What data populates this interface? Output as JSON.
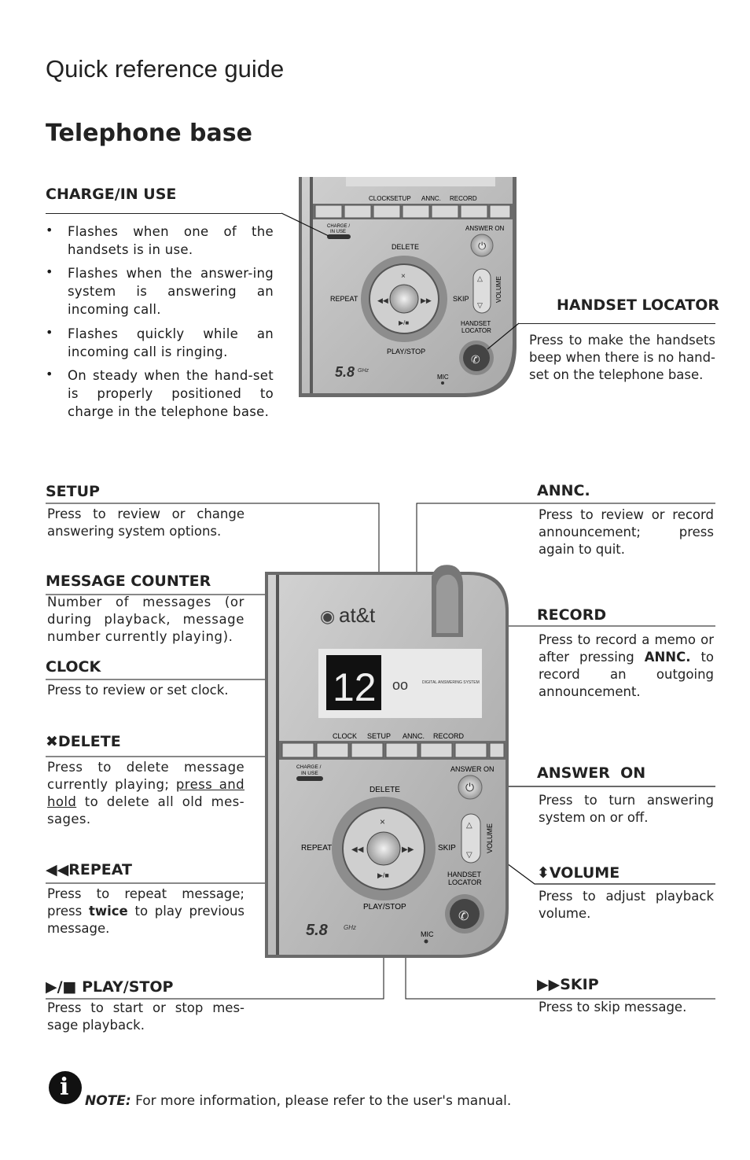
{
  "header": {
    "title": "Quick reference guide",
    "subtitle": "Telephone base"
  },
  "charge_in_use": {
    "label": "CHARGE/IN USE",
    "bullets": [
      "Flashes when one of the handsets is in use.",
      "Flashes when the answer-ing system is answering an incoming call.",
      "Flashes quickly while an incoming call is ringing.",
      "On steady when the hand-set is properly positioned to charge in the telephone base."
    ]
  },
  "handset_locator": {
    "label": "HANDSET LOCATOR",
    "text": "Press to make the handsets beep when there is no hand-set on the telephone base."
  },
  "device": {
    "buttons": [
      "CLOCK",
      "SETUP",
      "ANNC.",
      "RECORD"
    ],
    "charge_label": "CHARGE / IN USE",
    "answer_on": "ANSWER ON",
    "delete": "DELETE",
    "repeat": "REPEAT",
    "skip": "SKIP",
    "volume": "VOLUME",
    "play_stop": "PLAY/STOP",
    "handset_locator": "HANDSET LOCATOR",
    "freq": "5.8",
    "freq_unit": "GHz",
    "mic": "MIC",
    "brand": "at&t",
    "counter": "12",
    "das": "DIGITAL ANSWERING SYSTEM"
  },
  "setup": {
    "label": "SETUP",
    "text": "Press to review or change answering system options."
  },
  "message_counter": {
    "label": "MESSAGE COUNTER",
    "text": "Number of messages (or during playback, message number currently playing)."
  },
  "clock": {
    "label": "CLOCK",
    "text": "Press to review or set clock."
  },
  "delete": {
    "label": "DELETE",
    "text_a": "Press to delete message currently playing; ",
    "text_u": "press and hold",
    "text_b": " to delete all old mes-sages."
  },
  "repeat": {
    "label": "REPEAT",
    "text_a": "Press to repeat message; press ",
    "text_b": "twice",
    "text_c": " to play previous message."
  },
  "play_stop": {
    "label": "PLAY/STOP",
    "text": "Press to start or stop mes-sage playback."
  },
  "annc": {
    "label": "ANNC.",
    "text": "Press to review or record announcement; press again to quit."
  },
  "record": {
    "label": "RECORD",
    "text_a": "Press to record a memo or after pressing ",
    "text_b": "ANNC.",
    "text_c": " to record an outgoing announcement."
  },
  "answer_on": {
    "label": "ANSWER  ON",
    "text": "Press to turn answering system on or off."
  },
  "volume": {
    "label": "VOLUME",
    "text": "Press to adjust playback volume."
  },
  "skip": {
    "label": "SKIP",
    "text": "Press to skip message."
  },
  "note": {
    "label": "NOTE:",
    "text": " For more information, please refer to the user's manual."
  }
}
